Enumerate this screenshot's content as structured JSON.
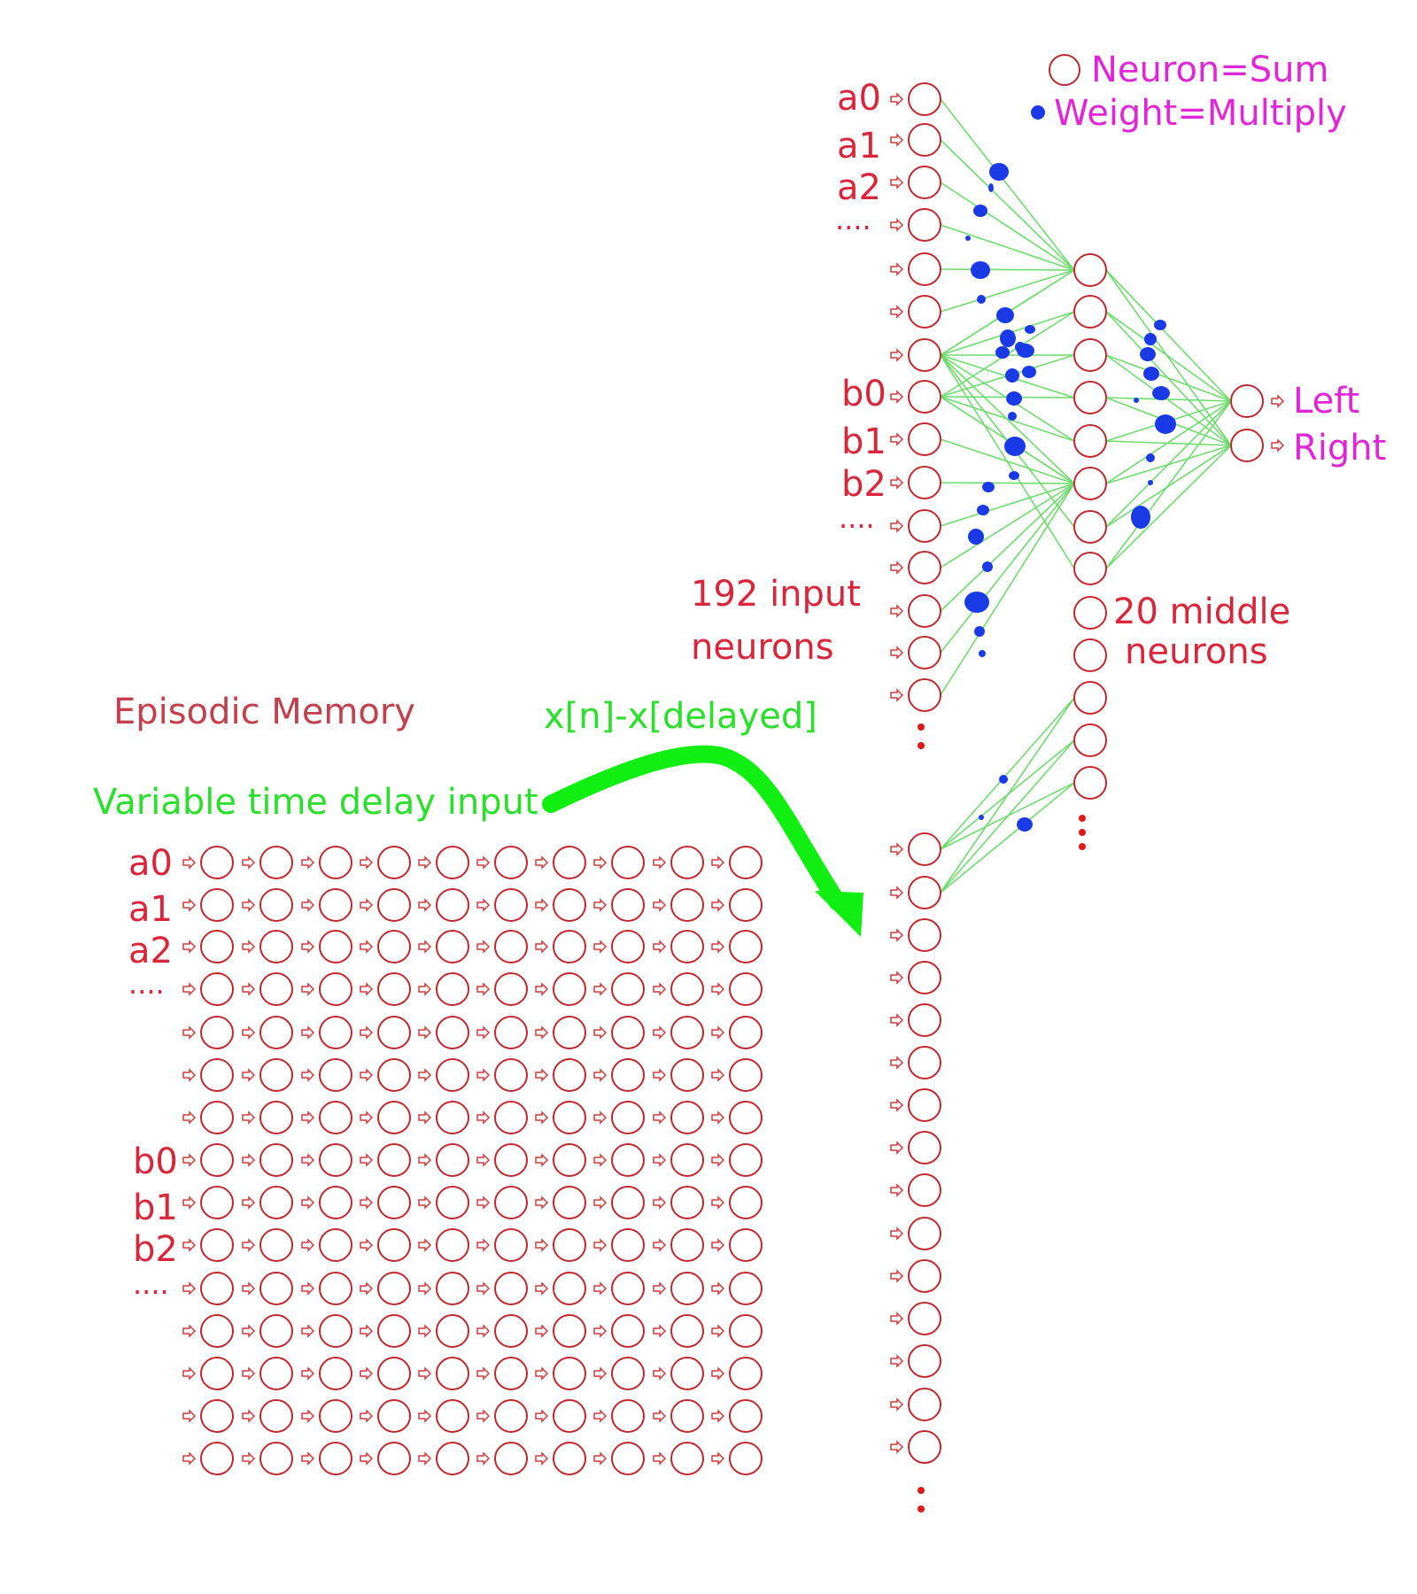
{
  "legend": {
    "neuron": "Neuron=Sum",
    "weight": "Weight=Multiply"
  },
  "input_labels": {
    "a0": "a0",
    "a1": "a1",
    "a2": "a2",
    "dots1": "....",
    "b0": "b0",
    "b1": "b1",
    "b2": "b2",
    "dots2": "...."
  },
  "outputs": {
    "left": "Left",
    "right": "Right"
  },
  "counts": {
    "input_line1": "192 input",
    "input_line2": "neurons",
    "middle_line1": "20 middle",
    "middle_line2": "neurons"
  },
  "memory": {
    "title": "Episodic Memory",
    "delay_label": "Variable time delay input",
    "diff_label": "x[n]-x[delayed]",
    "row_labels": {
      "a0": "a0",
      "a1": "a1",
      "a2": "a2",
      "dots1": "....",
      "b0": "b0",
      "b1": "b1",
      "b2": "b2",
      "dots2": "...."
    }
  },
  "colors": {
    "neuron_outline": "#c0282c",
    "arrow": "#d23a3a",
    "connection": "#6ddc6d",
    "weight": "#1a3ae8",
    "label_red": "#d9263a",
    "label_magenta": "#e026d6",
    "label_green": "#2be02b",
    "memory_title": "#c4404c"
  }
}
